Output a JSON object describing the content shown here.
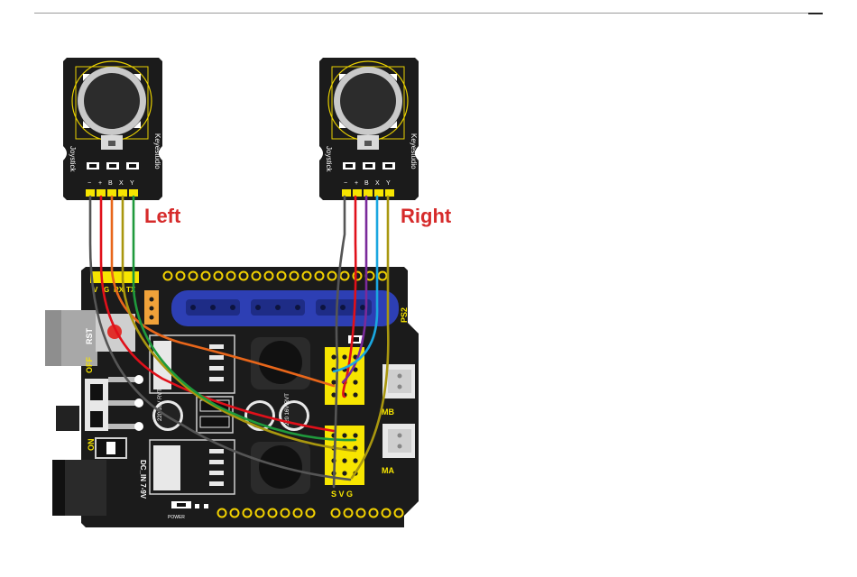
{
  "labels": {
    "left": "Left",
    "right": "Right"
  },
  "joystick": {
    "side_name": "Joystick",
    "brand": "Keyestudio",
    "pins": [
      "−",
      "+",
      "B",
      "X",
      "Y"
    ]
  },
  "board": {
    "top_header": [
      "V",
      "G",
      "RX",
      "TX"
    ],
    "rst": "RST",
    "off": "OFF",
    "on": "ON",
    "ps2": "PS2",
    "mb": "MB",
    "ma": "MA",
    "svg": "S V G",
    "dc_in": "DC_IN 7-9V",
    "power": "POWER",
    "cap": "220 16V RVT"
  },
  "colors": {
    "label_red": "#d62b2b",
    "pcb": "#1b1b1b",
    "header_yellow": "#f7e500",
    "ps2_blue": "#2d3fb4",
    "wire_gray": "#555555",
    "wire_red": "#e0101a",
    "wire_orange": "#e8661a",
    "wire_olive": "#a9970f",
    "wire_green": "#1f9a3c",
    "wire_purple": "#7a2a9a",
    "wire_blue": "#1aa7e0"
  }
}
